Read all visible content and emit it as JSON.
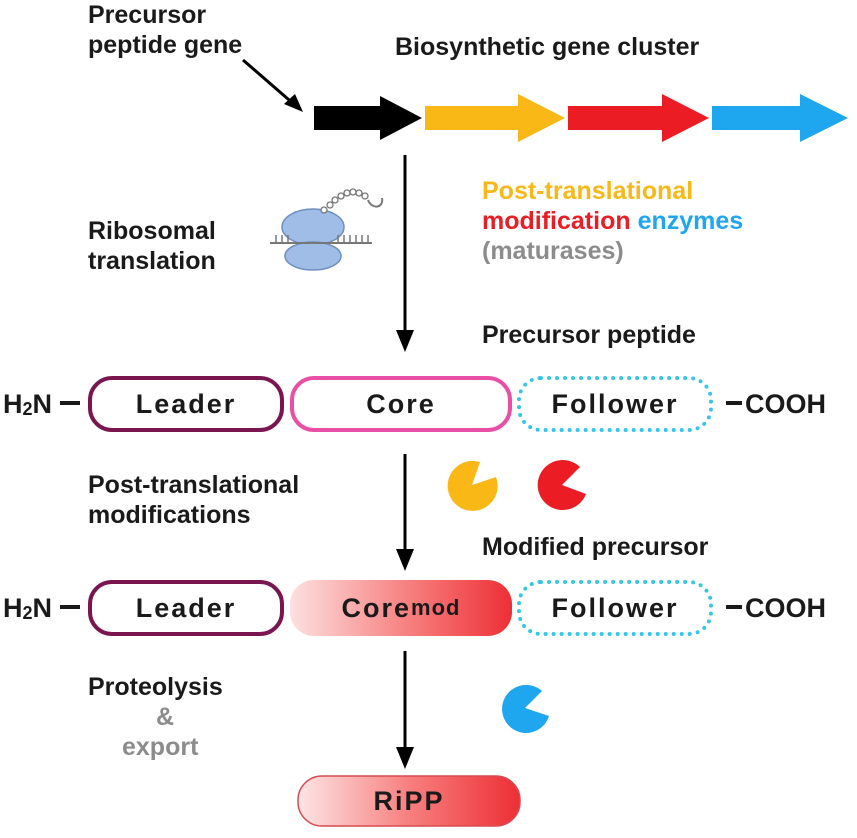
{
  "gene_section": {
    "precursor_gene_label": [
      "Precursor",
      "peptide gene"
    ],
    "cluster_label": "Biosynthetic gene cluster",
    "gene_colors": [
      "#000000",
      "#f9b815",
      "#ec1c24",
      "#1ea7ef"
    ]
  },
  "translation": {
    "label": [
      "Ribosomal",
      "translation"
    ],
    "ribosome_icon": "ribosome-icon"
  },
  "enzymes": {
    "line1": "Post-translational",
    "line2_a": "modification",
    "line2_b": "enzymes",
    "line3": "(maturases)",
    "colors": {
      "yellow": "#f9b815",
      "red": "#ec1c24",
      "blue": "#1ea7ef",
      "gray": "#8c8c8c"
    }
  },
  "precursor_peptide": {
    "title": "Precursor peptide",
    "n_term": "H",
    "n_term_sub": "2",
    "n_term_tail": "N",
    "leader": "Leader",
    "core": "Core",
    "follower": "Follower",
    "c_term": "COOH"
  },
  "ptm": {
    "label": [
      "Post-translational",
      "modifications"
    ]
  },
  "modified_precursor": {
    "title": "Modified precursor",
    "n_term": "H",
    "n_term_sub": "2",
    "n_term_tail": "N",
    "leader": "Leader",
    "core": "Core",
    "core_sub": "mod",
    "follower": "Follower",
    "c_term": "COOH"
  },
  "proteolysis": {
    "label": "Proteolysis",
    "amp": "&",
    "export": "export"
  },
  "product": {
    "label": "RiPP"
  }
}
